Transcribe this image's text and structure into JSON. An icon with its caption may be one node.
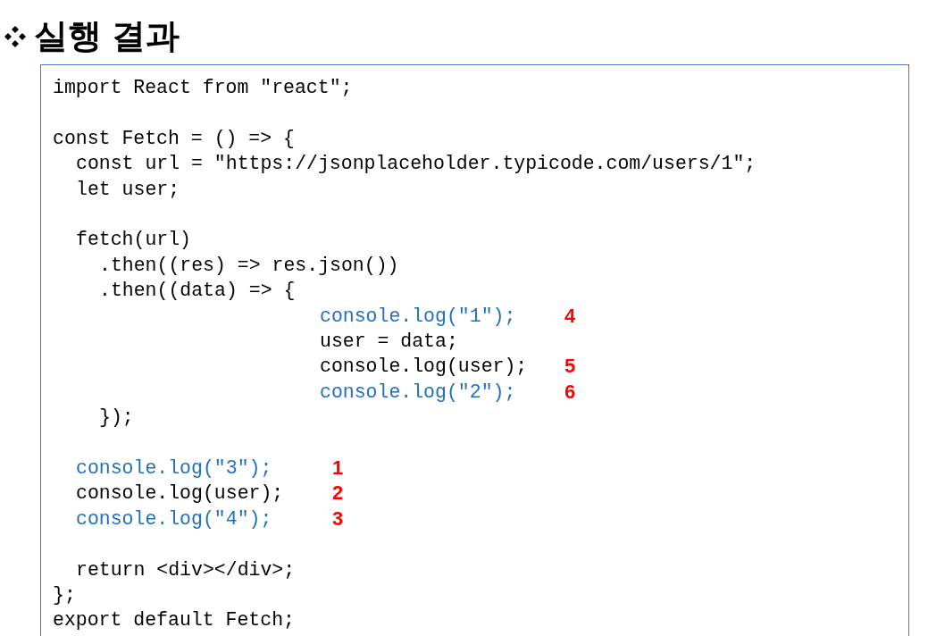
{
  "diagram": {
    "title": "실행 결과",
    "labels": [
      "import React from \"react\";",
      "const Fetch = () => {",
      "const url = \"https://jsonplaceholder.typicode.com/users/1\";",
      "let user;",
      "fetch(url)",
      ".then((res) => res.json())",
      ".then((data) => {",
      "console.log(\"1\");",
      "4",
      "user = data;",
      "console.log(user);",
      "5",
      "console.log(\"2\");",
      "6",
      "});",
      "console.log(\"3\");",
      "1",
      "console.log(user);",
      "2",
      "console.log(\"4\");",
      "3",
      "return <div></div>;",
      "};",
      "export default Fetch;"
    ]
  }
}
